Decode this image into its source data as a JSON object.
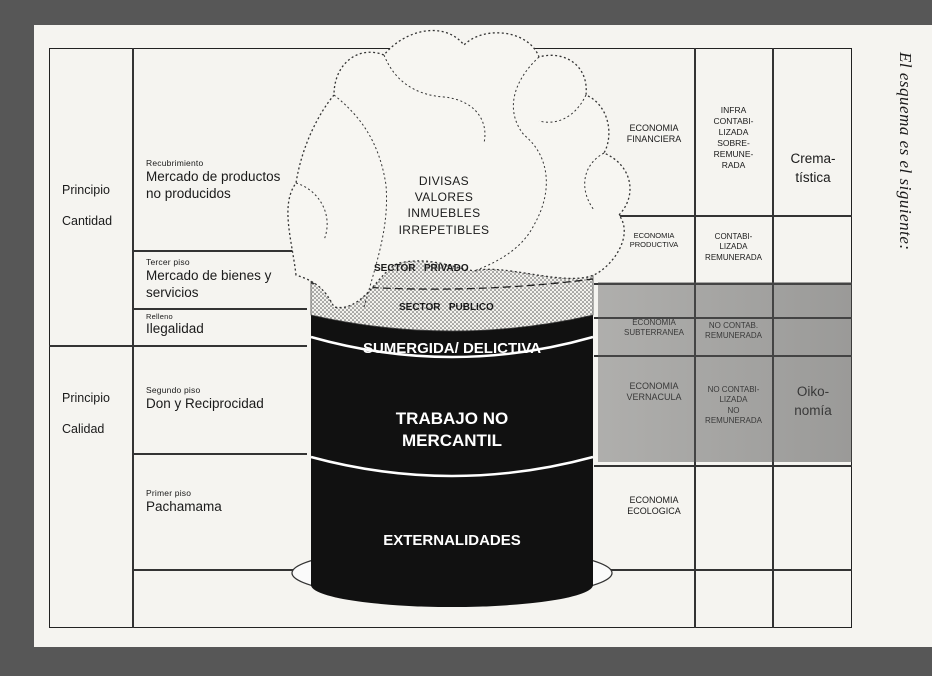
{
  "side_title": "El esquema es el siguiente:",
  "principles": {
    "cantidad": [
      "Principio",
      "Cantidad"
    ],
    "calidad": [
      "Principio",
      "Calidad"
    ]
  },
  "levels": {
    "recubrimiento": {
      "small": "Recubrimiento",
      "main": [
        "Mercado de productos",
        "no producidos"
      ]
    },
    "tercer": {
      "small": "Tercer piso",
      "main": [
        "Mercado de bienes y",
        "servicios"
      ]
    },
    "relleno": {
      "small": "Relleno",
      "main": [
        "Ilegalidad"
      ]
    },
    "segundo": {
      "small": "Segundo piso",
      "main": [
        "Don y Reciprocidad"
      ]
    },
    "primer": {
      "small": "Primer piso",
      "main": [
        "Pachamama"
      ]
    }
  },
  "cloud_text": [
    "DIVISAS",
    "VALORES",
    "INMUEBLES",
    "IRREPETIBLES"
  ],
  "sectors": {
    "privado": "SECTOR   PRIVADO",
    "publico": "SECTOR   PUBLICO"
  },
  "cylinder": {
    "sumergida": "SUMERGIDA/ DELICTIVA",
    "trabajo": [
      "TRABAJO NO",
      "MERCANTIL"
    ],
    "externalidades": "EXTERNALIDADES"
  },
  "economies": {
    "financiera": [
      "ECONOMIA",
      "FINANCIERA"
    ],
    "productiva": [
      "ECONOMIA",
      "PRODUCTIVA"
    ],
    "subterranea": [
      "ECONOMIA",
      "SUBTERRANEA"
    ],
    "vernacula": [
      "ECONOMIA",
      "VERNACULA"
    ],
    "ecologica": [
      "ECONOMIA",
      "ECOLOGICA"
    ]
  },
  "accounting": {
    "infra": [
      "INFRA",
      "CONTABI-",
      "LIZADA",
      "SOBRE-",
      "REMUNE-",
      "RADA"
    ],
    "contabilizada": [
      "CONTABI-",
      "LIZADA",
      "REMUNERADA"
    ],
    "no_contab": [
      "NO CONTAB.",
      "REMUNERADA"
    ],
    "no_contabilizada": [
      "NO CONTABI-",
      "LIZADA",
      "NO",
      "REMUNERADA"
    ]
  },
  "categories": {
    "crematistica": [
      "Crema-",
      "tística"
    ],
    "oikonomia": [
      "Oiko-",
      "nomía"
    ]
  }
}
